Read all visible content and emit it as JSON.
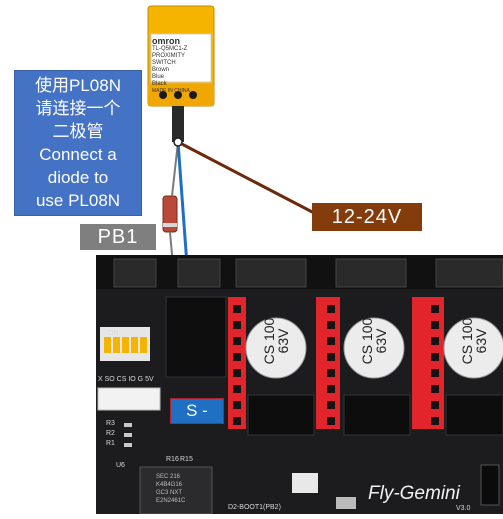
{
  "sensor": {
    "brand": "omron",
    "model": "TL-Q5MC1-Z",
    "type": "PROXIMITY SWITCH",
    "wires": [
      "Brown",
      "Blue",
      "Black"
    ],
    "made_in": "MADE IN CHINA"
  },
  "callout": {
    "lines": [
      "使用PL08N",
      "请连接一个",
      "二极管",
      "Connect a",
      "diode to",
      "use PL08N"
    ]
  },
  "pb1_label": "PB1",
  "voltage_label": "12-24V",
  "signal_label": "S -",
  "board": {
    "brand": "Fly-Gemini",
    "version": "V3.0",
    "header_label": "X SO CS IO G 5V",
    "boot_label": "D2-BOOT1(PB2)",
    "resistors": [
      "R3",
      "R2",
      "R1",
      "R16",
      "R15"
    ],
    "u6": "U6",
    "dip": "ON",
    "capacitors": [
      {
        "cs": "CS",
        "value": "100",
        "volt": "63V"
      },
      {
        "cs": "CS",
        "value": "100",
        "volt": "63V"
      },
      {
        "cs": "CS",
        "value": "100",
        "volt": "63V"
      }
    ],
    "chip": [
      "SEC 216",
      "K4B4G16",
      "GC3 NXT",
      "E2N2461C"
    ]
  },
  "colors": {
    "callout_bg": "#4472c4",
    "pb1_bg": "#7f7f7f",
    "voltage_bg": "#843c0c",
    "signal_bg": "#1f6fc2",
    "sensor_yellow": "#f4b400",
    "board_bg": "#1c1c1e"
  }
}
